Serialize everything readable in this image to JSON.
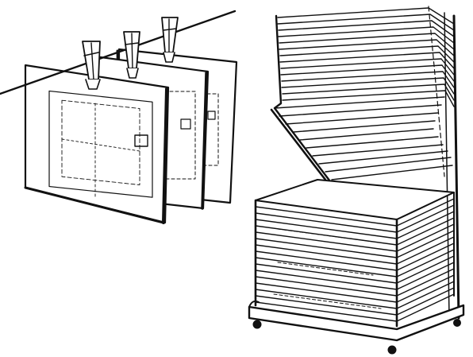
{
  "image": {
    "left_illustration": "clothesline-with-clipped-sheets",
    "right_illustration": "drying-rack-cart",
    "ink_color": "#111111",
    "paper_color": "#ffffff",
    "clothespin_count": 3,
    "hanging_sheet_count": 3
  }
}
